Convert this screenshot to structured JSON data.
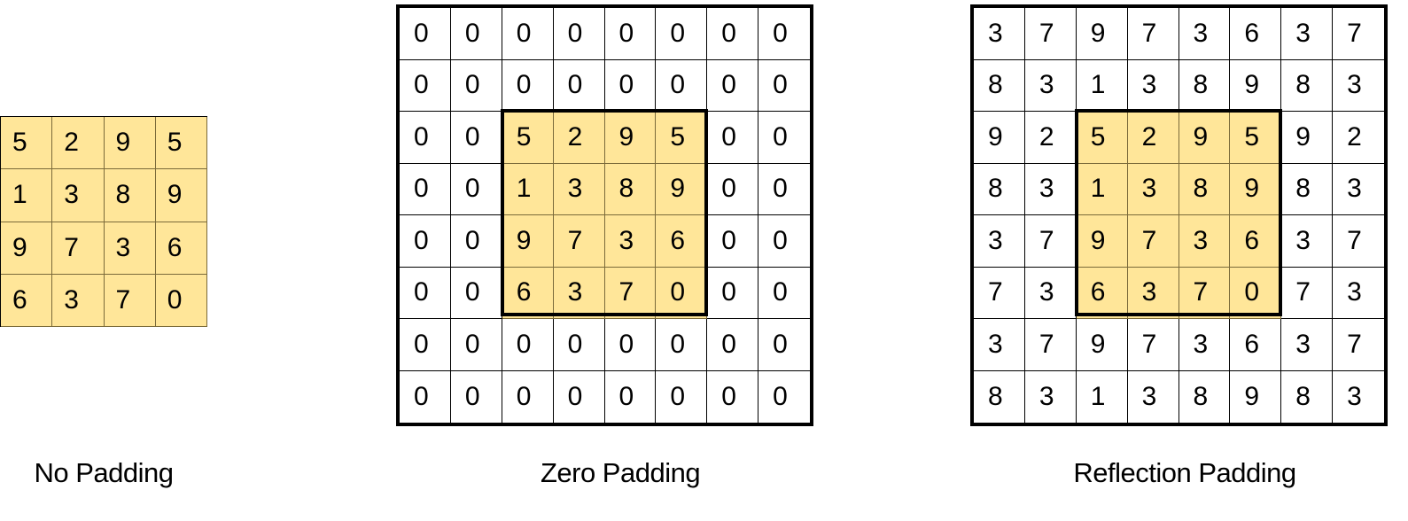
{
  "colors": {
    "highlight": "#FFE699",
    "border": "#000000",
    "background": "#FFFFFF"
  },
  "panels": {
    "no_padding": {
      "label": "No Padding",
      "rows": [
        [
          "5",
          "2",
          "9",
          "5"
        ],
        [
          "1",
          "3",
          "8",
          "9"
        ],
        [
          "9",
          "7",
          "3",
          "6"
        ],
        [
          "6",
          "3",
          "7",
          "0"
        ]
      ]
    },
    "zero_padding": {
      "label": "Zero Padding",
      "rows": [
        [
          "0",
          "0",
          "0",
          "0",
          "0",
          "0",
          "0",
          "0"
        ],
        [
          "0",
          "0",
          "0",
          "0",
          "0",
          "0",
          "0",
          "0"
        ],
        [
          "0",
          "0",
          "5",
          "2",
          "9",
          "5",
          "0",
          "0"
        ],
        [
          "0",
          "0",
          "1",
          "3",
          "8",
          "9",
          "0",
          "0"
        ],
        [
          "0",
          "0",
          "9",
          "7",
          "3",
          "6",
          "0",
          "0"
        ],
        [
          "0",
          "0",
          "6",
          "3",
          "7",
          "0",
          "0",
          "0"
        ],
        [
          "0",
          "0",
          "0",
          "0",
          "0",
          "0",
          "0",
          "0"
        ],
        [
          "0",
          "0",
          "0",
          "0",
          "0",
          "0",
          "0",
          "0"
        ]
      ],
      "highlight_region": {
        "row_start": 2,
        "row_end": 5,
        "col_start": 2,
        "col_end": 5
      }
    },
    "reflection_padding": {
      "label": "Reflection Padding",
      "rows": [
        [
          "3",
          "7",
          "9",
          "7",
          "3",
          "6",
          "3",
          "7"
        ],
        [
          "8",
          "3",
          "1",
          "3",
          "8",
          "9",
          "8",
          "3"
        ],
        [
          "9",
          "2",
          "5",
          "2",
          "9",
          "5",
          "9",
          "2"
        ],
        [
          "8",
          "3",
          "1",
          "3",
          "8",
          "9",
          "8",
          "3"
        ],
        [
          "3",
          "7",
          "9",
          "7",
          "3",
          "6",
          "3",
          "7"
        ],
        [
          "7",
          "3",
          "6",
          "3",
          "7",
          "0",
          "7",
          "3"
        ],
        [
          "3",
          "7",
          "9",
          "7",
          "3",
          "6",
          "3",
          "7"
        ],
        [
          "8",
          "3",
          "1",
          "3",
          "8",
          "9",
          "8",
          "3"
        ]
      ],
      "highlight_region": {
        "row_start": 2,
        "row_end": 5,
        "col_start": 2,
        "col_end": 5
      }
    }
  }
}
